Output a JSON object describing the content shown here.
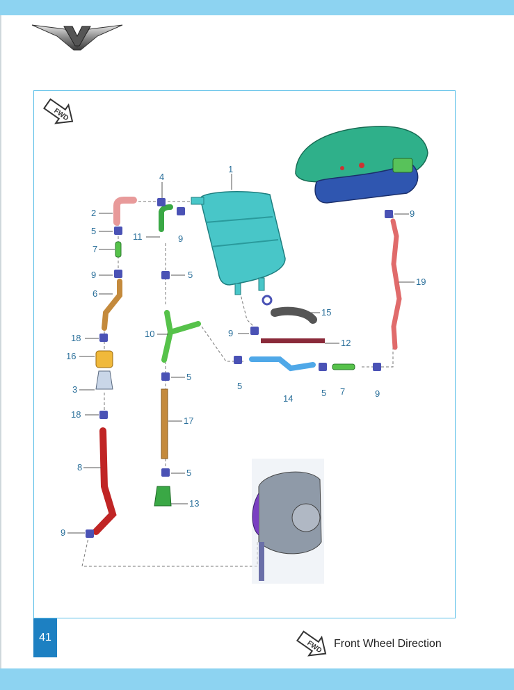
{
  "page": {
    "number": "41",
    "fwd_caption": "Front Wheel Direction",
    "fwd_badge": "FWD"
  },
  "colors": {
    "band": "#8dd3f1",
    "frame": "#5bbfe8",
    "page_tab": "#1d80c2",
    "callout_text": "#2a6f9a",
    "clamp": "#4a52b5"
  },
  "callouts": [
    "1",
    "2",
    "3",
    "4",
    "5",
    "5",
    "5",
    "5",
    "5",
    "5",
    "6",
    "7",
    "7",
    "8",
    "9",
    "9",
    "9",
    "9",
    "9",
    "9",
    "10",
    "11",
    "12",
    "13",
    "14",
    "15",
    "16",
    "17",
    "18",
    "18",
    "19"
  ]
}
